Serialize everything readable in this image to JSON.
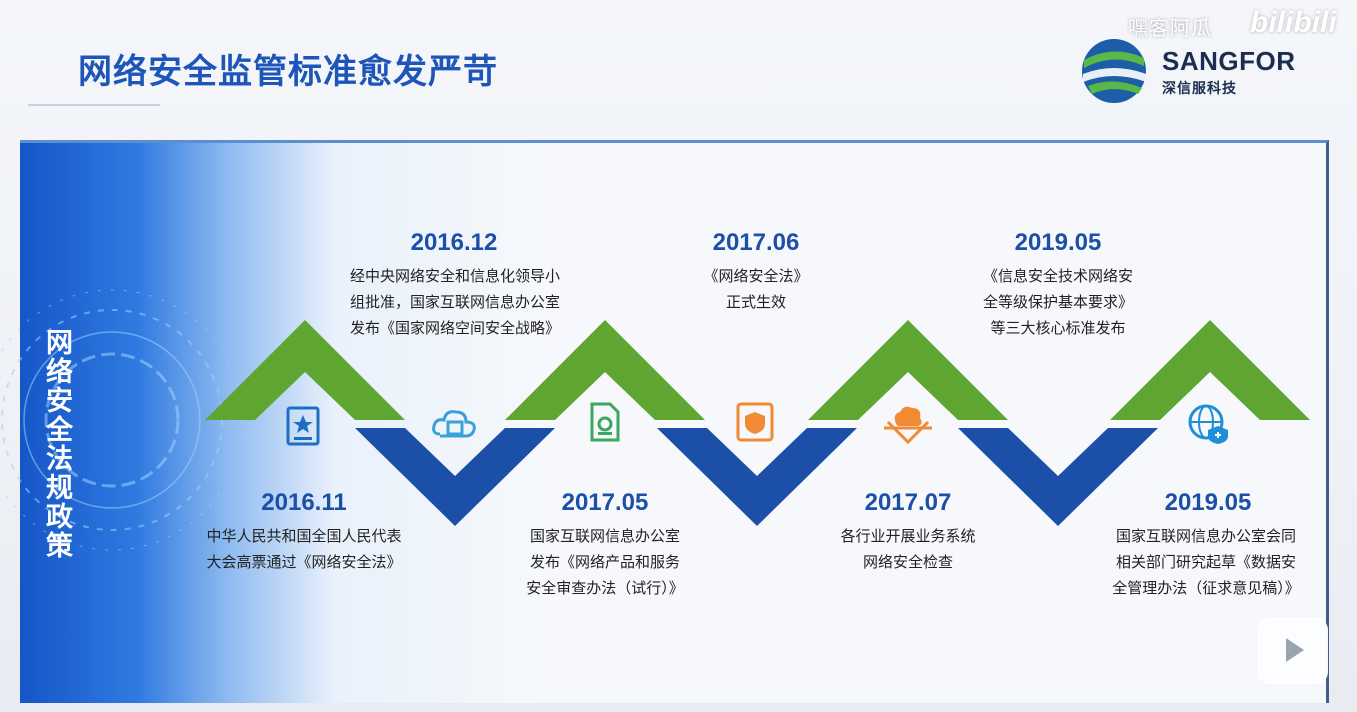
{
  "title": "网络安全监管标准愈发严苛",
  "vertical_label": "网络安全法规政策",
  "logo": {
    "name": "SANGFOR",
    "subtitle": "深信服科技"
  },
  "watermark": {
    "channel": "嘿客阿瓜",
    "platform": "bilibili"
  },
  "colors": {
    "green": "#5fa532",
    "blue": "#1b4fa8",
    "title": "#1d56b8",
    "icon_orange": "#f08a34",
    "icon_green": "#3aa85e",
    "icon_blue": "#1e8fd6"
  },
  "timeline_top": [
    {
      "year": "2016.12",
      "lines": [
        "经中央网络安全和信息化领导小",
        "组批准，国家互联网信息办公室",
        "发布《国家网络空间安全战略》"
      ]
    },
    {
      "year": "2017.06",
      "lines": [
        "《网络安全法》",
        "正式生效"
      ]
    },
    {
      "year": "2019.05",
      "lines": [
        "《信息安全技术网络安",
        "全等级保护基本要求》",
        "等三大核心标准发布"
      ]
    }
  ],
  "timeline_bottom": [
    {
      "year": "2016.11",
      "lines": [
        "中华人民共和国全国人民代表",
        "大会高票通过《网络安全法》"
      ]
    },
    {
      "year": "2017.05",
      "lines": [
        "国家互联网信息办公室",
        "发布《网络产品和服务",
        "安全审查办法（试行）》"
      ]
    },
    {
      "year": "2017.07",
      "lines": [
        "各行业开展业务系统",
        "网络安全检查"
      ]
    },
    {
      "year": "2019.05",
      "lines": [
        "国家互联网信息办公室会同",
        "相关部门研究起草《数据安",
        "全管理办法（征求意见稿）》"
      ]
    }
  ],
  "icons": [
    "certificate-icon",
    "cloud-icon",
    "document-icon",
    "law-book-icon",
    "cloud-shield-icon",
    "globe-shield-icon"
  ]
}
